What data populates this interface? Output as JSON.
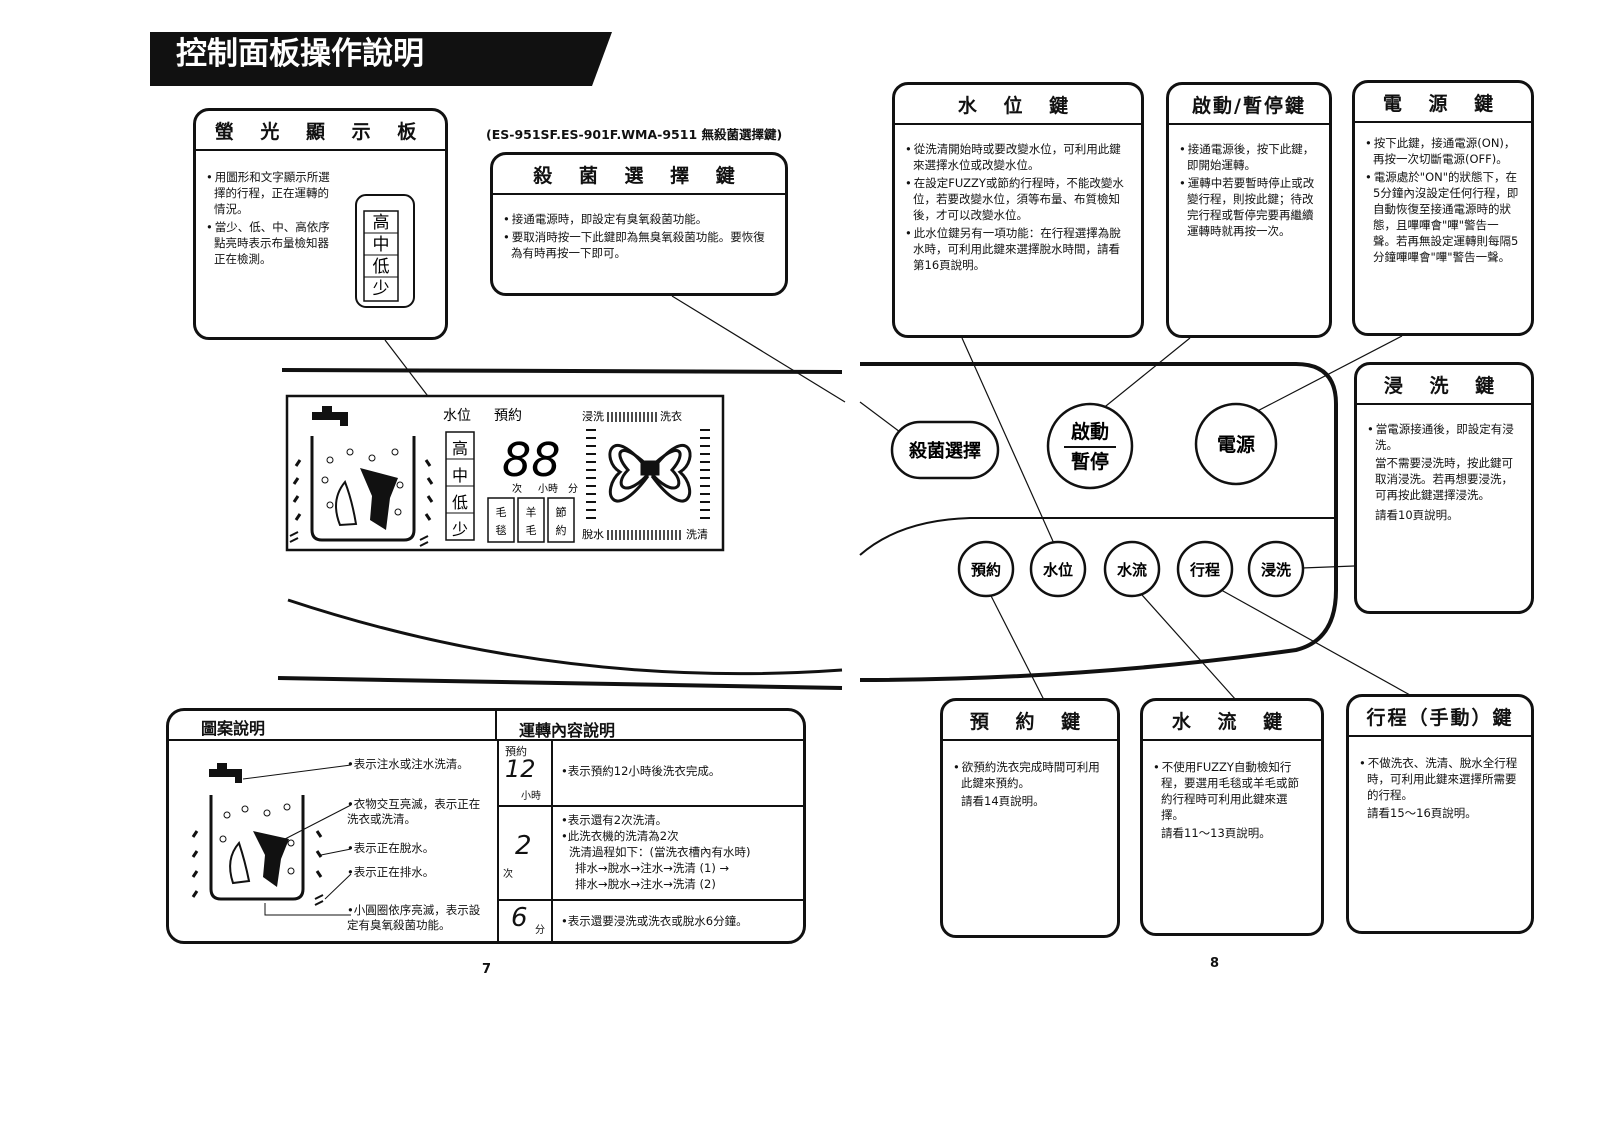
{
  "page_title": "控制面板操作說明",
  "model_note": "(ES-951SF.ES-901F.WMA-9511 無殺菌選擇鍵)",
  "display_panel": {
    "title": "螢 光 顯 示 板",
    "items": [
      "用圖形和文字顯示所選擇的行程，正在運轉的情況。",
      "當少、低、中、高依序點亮時表示布量檢知器正在檢測。"
    ],
    "levels": [
      "高",
      "中",
      "低",
      "少"
    ]
  },
  "sterilize_box": {
    "title": "殺 菌 選 擇 鍵",
    "items": [
      "接通電源時，即設定有臭氧殺菌功能。",
      "要取消時按一下此鍵即為無臭氧殺菌功能。要恢復為有時再按一下即可。"
    ]
  },
  "water_level_box": {
    "title": "水 位 鍵",
    "items": [
      "從洗清開始時或要改變水位，可利用此鍵來選擇水位或改變水位。",
      "在設定FUZZY或節約行程時，不能改變水位，若要改變水位，須等布量、布質檢知後，才可以改變水位。",
      "此水位鍵另有一項功能：在行程選擇為脫水時，可利用此鍵來選擇脫水時間，請看第16頁說明。"
    ]
  },
  "start_box": {
    "title": "啟動/暫停鍵",
    "items": [
      "接通電源後，按下此鍵，即開始運轉。",
      "運轉中若要暫時停止或改變行程，則按此鍵；待改完行程或暫停完要再繼續運轉時就再按一次。"
    ]
  },
  "power_box": {
    "title": "電 源 鍵",
    "items": [
      "按下此鍵，接通電源(ON)，再按一次切斷電源(OFF)。",
      "電源處於\"ON\"的狀態下，在5分鐘內沒設定任何行程，即自動恢復至接通電源時的狀態，且嗶嗶會\"嗶\"警告一聲。若再無設定運轉則每隔5分鐘嗶嗶會\"嗶\"警告一聲。"
    ]
  },
  "soak_box": {
    "title": "浸 洗 鍵",
    "items": [
      "當電源接通後，即設定有浸洗。"
    ],
    "note": "當不需要浸洗時，按此鍵可取消浸洗。若再想要浸洗，可再按此鍵選擇浸洗。",
    "ref": "請看10頁說明。"
  },
  "lcd": {
    "label_water": "水位",
    "label_timer": "預約",
    "label_soak": "浸洗",
    "label_wash": "洗衣",
    "label_spin": "脫水",
    "label_rinse": "洗清",
    "digits": "88",
    "unit_times": "次",
    "unit_hour": "小時",
    "unit_min": "分",
    "levels": [
      "高",
      "中",
      "低",
      "少"
    ],
    "modes": [
      [
        "毛",
        "毯"
      ],
      [
        "羊",
        "毛"
      ],
      [
        "節",
        "約"
      ]
    ]
  },
  "panel_buttons": {
    "sterilize": "殺菌選擇",
    "start_top": "啟動",
    "start_bottom": "暫停",
    "power": "電源",
    "timer": "預約",
    "water": "水位",
    "flow": "水流",
    "course": "行程",
    "soak": "浸洗"
  },
  "legend_box": {
    "title": "圖案說明",
    "items": [
      "表示注水或注水洗清。",
      "衣物交互亮滅，表示正在洗衣或洗清。",
      "表示正在脫水。",
      "表示正在排水。",
      "小圓圈依序亮滅，表示設定有臭氧殺菌功能。"
    ]
  },
  "operation_box": {
    "title": "運轉內容說明",
    "rows": [
      {
        "top": "預約",
        "digit": "12",
        "unit": "小時",
        "lines": [
          "表示預約12小時後洗衣完成。"
        ]
      },
      {
        "top": "",
        "digit": "2",
        "unit": "次",
        "lines": [
          "表示還有2次洗清。",
          "此洗衣機的洗清為2次",
          "洗清過程如下：(當洗衣槽內有水時)",
          "排水→脫水→注水→洗清 (1) →",
          "排水→脫水→注水→洗清 (2)"
        ]
      },
      {
        "top": "",
        "digit": "6",
        "unit": "分",
        "lines": [
          "表示還要浸洗或洗衣或脫水6分鐘。"
        ]
      }
    ]
  },
  "timer_box": {
    "title": "預 約 鍵",
    "items": [
      "欲預約洗衣完成時間可利用此鍵來預約。"
    ],
    "ref": "請看14頁說明。"
  },
  "flow_box": {
    "title": "水 流 鍵",
    "items": [
      "不使用FUZZY自動檢知行程，要選用毛毯或羊毛或節約行程時可利用此鍵來選擇。"
    ],
    "ref": "請看11～13頁說明。"
  },
  "course_box": {
    "title": "行程（手動）鍵",
    "items": [
      "不做洗衣、洗清、脫水全行程時，可利用此鍵來選擇所需要的行程。"
    ],
    "ref": "請看15～16頁說明。"
  },
  "page_left": "7",
  "page_right": "8"
}
